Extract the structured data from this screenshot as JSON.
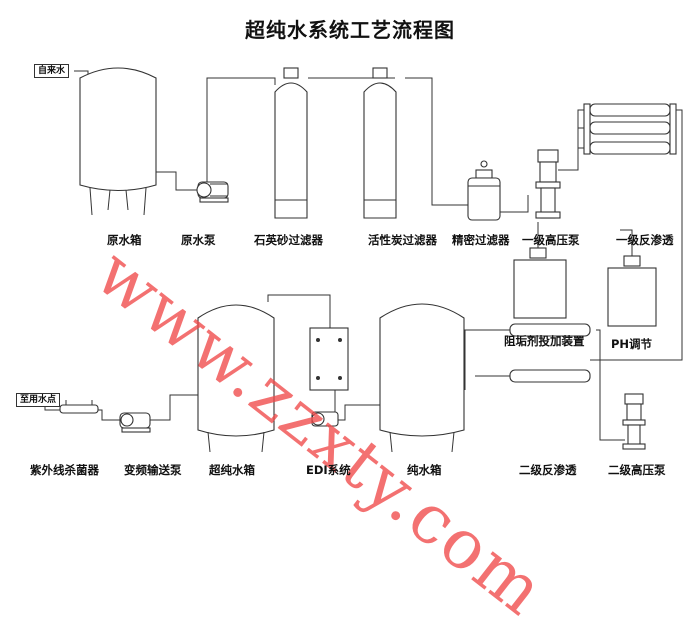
{
  "title": "超纯水系统工艺流程图",
  "watermark": "www.zzxty.com",
  "watermark_color": "#f04a4a",
  "tags": {
    "tap_water": "自来水",
    "use_point": "至用水点"
  },
  "equipment_labels": {
    "raw_water_tank": "原水箱",
    "raw_water_pump": "原水泵",
    "quartz_sand_filter": "石英砂过滤器",
    "activated_carbon_filter": "活性炭过滤器",
    "precision_filter": "精密过滤器",
    "primary_hp_pump": "一级高压泵",
    "primary_ro": "一级反渗透",
    "antiscalant_dosing": "阻垢剂投加装置",
    "ph_adjust": "PH调节",
    "uv_sterilizer": "紫外线杀菌器",
    "vfd_pump": "变频输送泵",
    "ultrapure_tank": "超纯水箱",
    "edi_system": "EDI系统",
    "pure_water_tank": "纯水箱",
    "secondary_ro": "二级反渗透",
    "secondary_hp_pump": "二级高压泵"
  }
}
